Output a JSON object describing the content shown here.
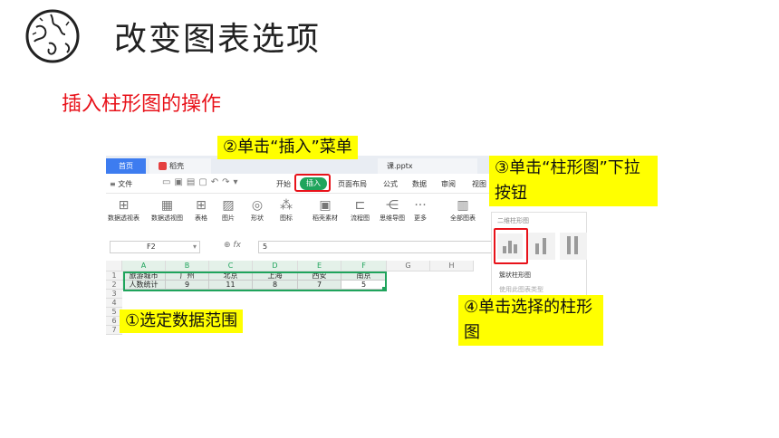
{
  "slide": {
    "title": "改变图表选项",
    "subtitle": "插入柱形图的操作"
  },
  "callouts": {
    "step1": "①选定数据范围",
    "step2": "②单击“插入”菜单",
    "step3": "③单击“柱形图”下拉按钮",
    "step4": "④单击选择的柱形图"
  },
  "app": {
    "tabs": {
      "home": "首页",
      "doc": "稻壳",
      "file": "课.pptx"
    },
    "menu": {
      "file": "≡ 文件",
      "items": [
        "开始",
        "插入",
        "页面布局",
        "公式",
        "数据",
        "审阅",
        "视图"
      ]
    },
    "ribbon": [
      "数据透视表",
      "数据透视图",
      "表格",
      "图片",
      "形状",
      "图标",
      "稻壳素材",
      "流程图",
      "思维导图",
      "更多",
      "全部图表"
    ],
    "namebox": "F2",
    "formula": "5",
    "columns": [
      "A",
      "B",
      "C",
      "D",
      "E",
      "F",
      "G",
      "H"
    ],
    "rows": [
      "1",
      "2",
      "3",
      "4",
      "5",
      "6",
      "7"
    ],
    "table": {
      "row1": [
        "旅游城市",
        "广州",
        "北京",
        "上海",
        "西安",
        "南京"
      ],
      "row2": [
        "人数统计",
        "9",
        "11",
        "8",
        "7",
        "5"
      ]
    },
    "chart_panel": {
      "title": "二维柱形图",
      "label": "簇状柱形图",
      "label2": "使用此图表类型"
    }
  }
}
